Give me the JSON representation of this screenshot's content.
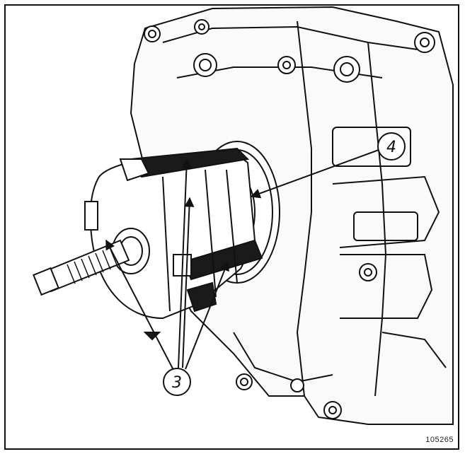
{
  "callouts": [
    {
      "id": "3",
      "label": "3"
    },
    {
      "id": "4",
      "label": "4"
    }
  ],
  "reference_code": "105265",
  "colors": {
    "ink": "#111111",
    "paper": "#ffffff",
    "frame": "#111111"
  }
}
